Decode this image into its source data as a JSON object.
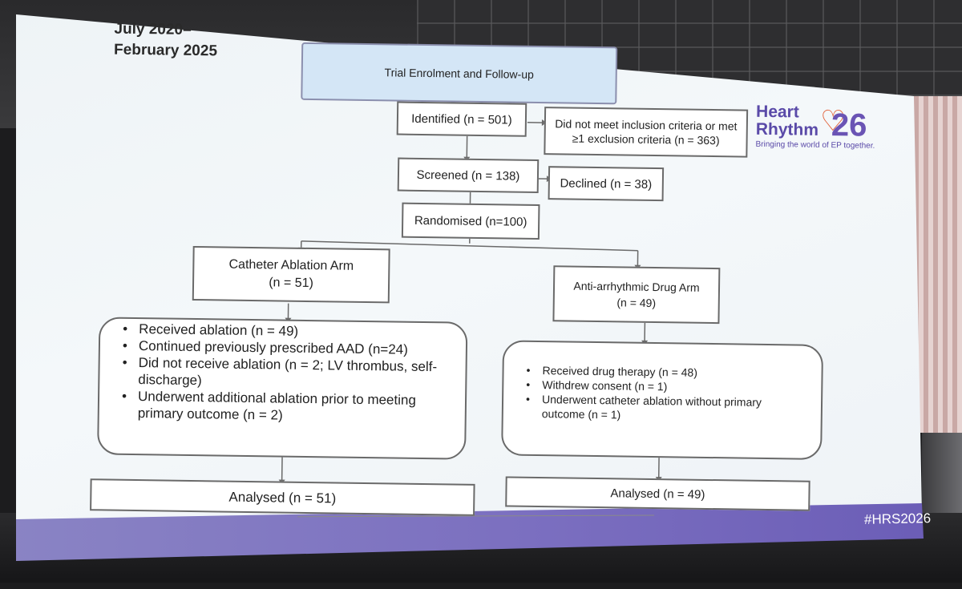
{
  "slide": {
    "date_range": "July 2020–\nFebruary 2025",
    "title": "Trial Enrolment and Follow-up",
    "identified": "Identified (n = 501)",
    "excluded": "Did not meet inclusion criteria or met ≥1 exclusion criteria (n = 363)",
    "screened": "Screened (n = 138)",
    "declined": "Declined (n = 38)",
    "randomised": "Randomised (n=100)",
    "ablation_arm": {
      "title": "Catheter Ablation Arm",
      "n": "(n = 51)",
      "items": [
        "Received ablation (n = 49)",
        "Continued previously prescribed AAD (n=24)",
        "Did not receive ablation (n = 2; LV thrombus, self-discharge)",
        "Underwent additional ablation prior to meeting primary outcome (n = 2)"
      ],
      "analysed": "Analysed (n = 51)"
    },
    "drug_arm": {
      "title": "Anti-arrhythmic Drug Arm",
      "n": "(n = 49)",
      "items": [
        "Received drug therapy (n = 48)",
        "Withdrew consent (n = 1)",
        "Underwent catheter ablation without primary outcome (n = 1)"
      ],
      "analysed": "Analysed (n = 49)"
    }
  },
  "logo": {
    "line1": "Heart",
    "line2": "Rhythm",
    "number": "26",
    "tagline": "Bringing the world of EP together."
  },
  "hashtag": "#HRS2026",
  "colors": {
    "title_box": "#d4e6f6",
    "band": "#7b6fc0",
    "logo_purple": "#5a4aa8",
    "logo_orange": "#e2623a"
  }
}
